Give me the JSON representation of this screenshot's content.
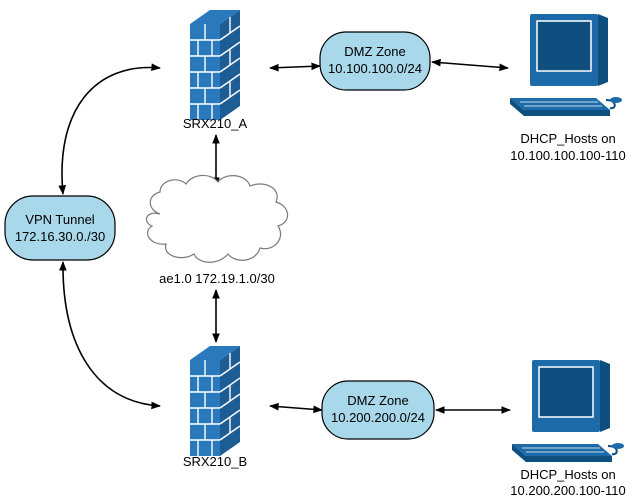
{
  "colors": {
    "firewall": "#2a79bd",
    "firewall_dark": "#1e5d93",
    "computer": "#1c6aa8",
    "computer_dark": "#0f4f80",
    "zone_fill": "#a8d8ea",
    "edge": "#000000"
  },
  "firewall_a": {
    "label": "SRX210_A",
    "icon": "firewall-icon"
  },
  "firewall_b": {
    "label": "SRX210_B",
    "icon": "firewall-icon"
  },
  "dmz_a": {
    "line1": "DMZ Zone",
    "line2": "10.100.100.0/24"
  },
  "dmz_b": {
    "line1": "DMZ Zone",
    "line2": "10.200.200.0/24"
  },
  "vpn": {
    "line1": "VPN Tunnel",
    "line2": "172.16.30.0./30"
  },
  "cloud": {
    "label": "ae1.0 172.19.1.0/30",
    "icon": "cloud-icon"
  },
  "hosts_a": {
    "line1": "DHCP_Hosts on",
    "line2": "10.100.100.100-110",
    "icon": "computer-icon"
  },
  "hosts_b": {
    "line1": "DHCP_Hosts on",
    "line2": "10.200.200.100-110",
    "icon": "computer-icon"
  }
}
